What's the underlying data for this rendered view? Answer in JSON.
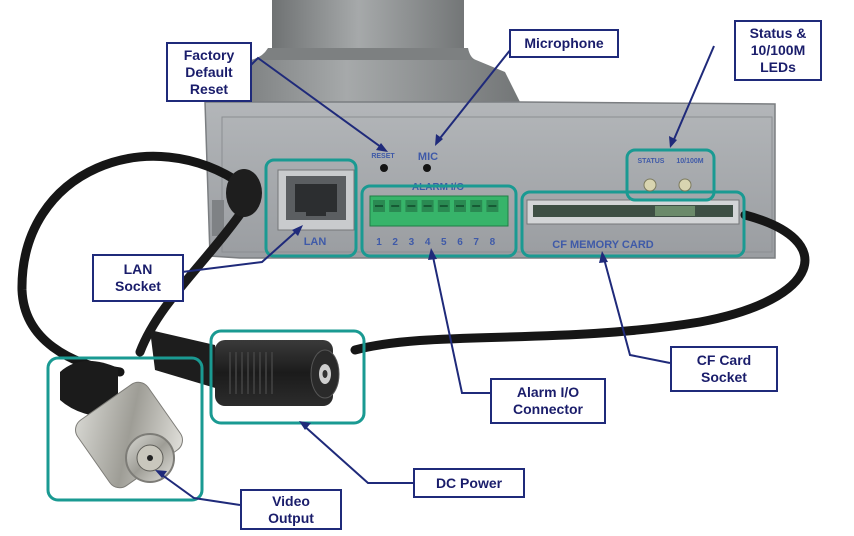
{
  "callouts": {
    "factory_reset": "Factory\nDefault\nReset",
    "microphone": "Microphone",
    "status_leds": "Status &\n10/100M\nLEDs",
    "lan_socket": "LAN\nSocket",
    "alarm_connector": "Alarm I/O\nConnector",
    "cf_socket": "CF Card\nSocket",
    "dc_power": "DC Power",
    "video_output": "Video\nOutput"
  },
  "panel_labels": {
    "reset": "RESET",
    "mic": "MIC",
    "alarm_io": "ALARM I/O",
    "lan": "LAN",
    "status": "STATUS",
    "speed": "10/100M",
    "cf_memory": "CF MEMORY CARD",
    "pins": [
      "1",
      "2",
      "3",
      "4",
      "5",
      "6",
      "7",
      "8"
    ]
  },
  "colors": {
    "housing": "#8a8d8e",
    "panel": "#a8abaf",
    "highlight": "#1a9a92",
    "callout_border": "#1f2a7a",
    "callout_text": "#1a1d6b",
    "panel_text": "#3f5aa8",
    "terminal_green": "#37b46a"
  }
}
